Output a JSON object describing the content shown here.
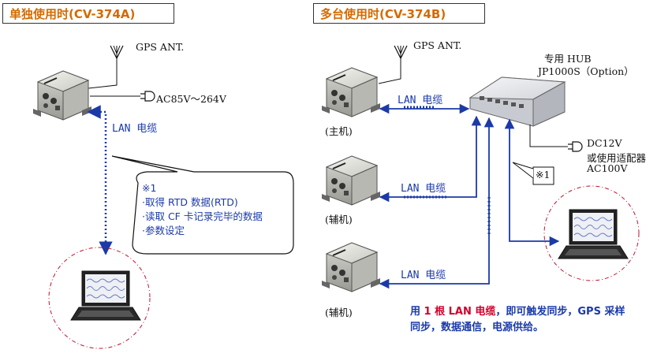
{
  "left": {
    "title": "单独使用时(CV-374A)",
    "gps": "GPS ANT.",
    "power": "AC85V～264V",
    "lan": "LAN 电缆",
    "callout_mark": "※1",
    "callout_lines": [
      "·取得 RTD 数据(RTD)",
      "·读取 CF 卡记录完毕的数据",
      "·参数设定"
    ]
  },
  "right": {
    "title": "多台使用时(CV-374B)",
    "gps": "GPS ANT.",
    "hub_line1": "专用 HUB",
    "hub_line2": "JP1000S（Option）",
    "power_line1": "DC12V",
    "power_line2": "或使用适配器",
    "power_line3": "AC100V",
    "mark": "※1",
    "lan1": "LAN 电缆",
    "lan2": "LAN 电缆",
    "lan3": "LAN 电缆",
    "role_main": "(主机)",
    "role_sub1": "(辅机)",
    "role_sub2": "(辅机)",
    "summary_pre": "用 ",
    "summary_red": "1 根 LAN 电缆",
    "summary_post": "，即可触发同步，GPS 采样",
    "summary_line2": "同步，数据通信，电源供给。"
  }
}
